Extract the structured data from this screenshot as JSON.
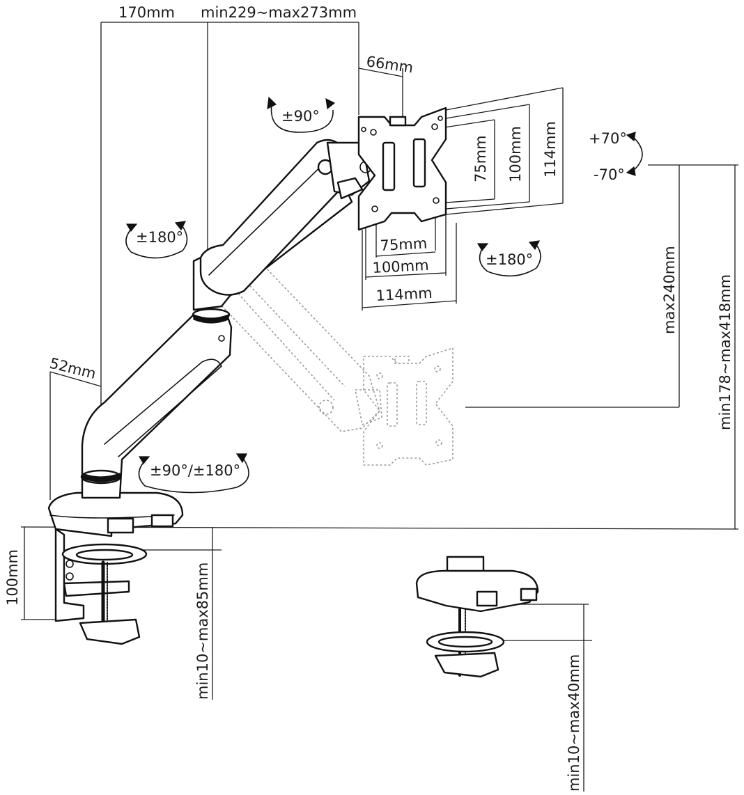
{
  "dimensions": {
    "arm_offset": "170mm",
    "arm_reach": "min229~max273mm",
    "vesa_depth": "66mm",
    "pole_offset": "52mm",
    "vesa_h_small": "75mm",
    "vesa_h_mid": "100mm",
    "vesa_h_large": "114mm",
    "vesa_w_small": "75mm",
    "vesa_w_mid": "100mm",
    "vesa_w_large": "114mm",
    "lift_range": "max240mm",
    "height_range": "min178~max418mm",
    "clamp_height": "100mm",
    "clamp_desk_thickness": "min10~max85mm",
    "grommet_desk_thickness": "min10~max40mm"
  },
  "rotations": {
    "head_swivel": "±90°",
    "tilt_up": "+70°",
    "tilt_down": "-70°",
    "elbow_swivel": "±180°",
    "portrait_rotation": "±180°",
    "base_swivel": "±90°/±180°"
  },
  "colors": {
    "ink": "#111111",
    "ghost": "#9a9a9a",
    "background": "#ffffff"
  }
}
